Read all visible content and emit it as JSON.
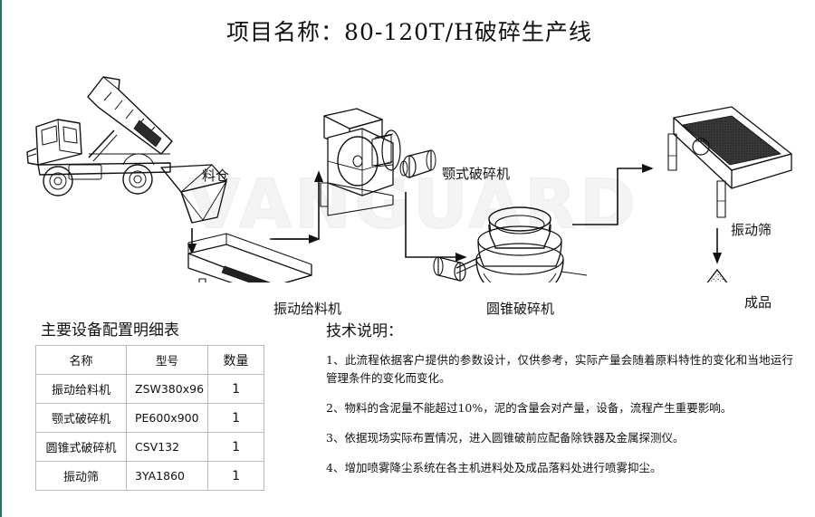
{
  "title": "项目名称：80-120T/H破碎生产线",
  "watermark": "VANGUARD",
  "flow": {
    "labels": {
      "hopper": "料仓",
      "jaw_crusher": "颚式破碎机",
      "vibrating_feeder": "振动给料机",
      "cone_crusher": "圆锥破碎机",
      "vibrating_screen": "振动筛",
      "finished_product": "成品"
    }
  },
  "spec_table": {
    "heading": "主要设备配置明细表",
    "columns": [
      "名称",
      "型号",
      "数量"
    ],
    "rows": [
      {
        "name": "振动给料机",
        "model": "ZSW380x96",
        "qty": "1"
      },
      {
        "name": "颚式破碎机",
        "model": "PE600x900",
        "qty": "1"
      },
      {
        "name": "圆锥式破碎机",
        "model": "CSV132",
        "qty": "1"
      },
      {
        "name": "振动筛",
        "model": "3YA1860",
        "qty": "1"
      }
    ]
  },
  "notes": {
    "heading": "技术说明：",
    "items": [
      "1、此流程依据客户提供的参数设计，仅供参考，实际产量会随着原料特性的变化和当地运行管理条件的变化而变化。",
      "2、物料的含泥量不能超过10%，泥的含量会对产量，设备，流程产生重要影响。",
      "3、依据现场实际布置情况，进入圆锥破前应配备除铁器及金属探测仪。",
      "4、增加喷雾降尘系统在各主机进料处及成品落料处进行喷雾抑尘。"
    ]
  },
  "colors": {
    "accent": "#1e7a5a",
    "ink": "#111111",
    "table_border": "#b9b9b9",
    "watermark": "#f0f0f0"
  }
}
